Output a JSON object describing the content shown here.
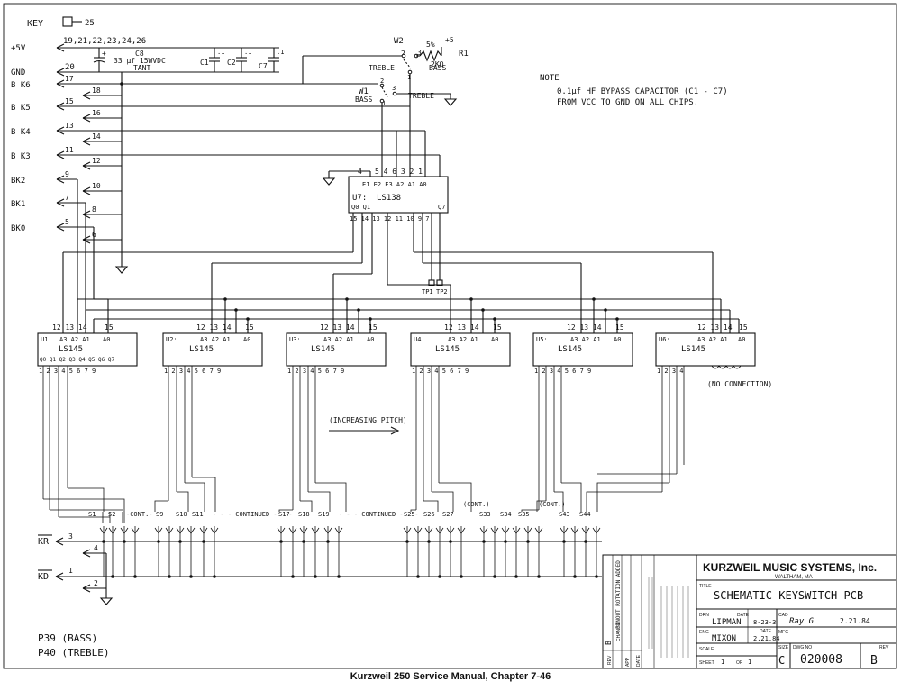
{
  "key": {
    "label": "KEY",
    "num": "25"
  },
  "rails": {
    "v5": "+5V",
    "v5_pins": "19,21,22,23,24,26",
    "gnd": "GND",
    "gnd_pin": "20",
    "c8_name": "C8",
    "c8_value": "33 µf 15WVDC",
    "c8_type": "TANT",
    "c8_plus": "+",
    "c1": "C1",
    "c2": "C2",
    "c7": "C7",
    "c_val": ".1"
  },
  "bank_left": [
    {
      "label": "B K6",
      "pin": "17",
      "col": "18"
    },
    {
      "label": "B K5",
      "pin": "15",
      "col": "16"
    },
    {
      "label": "B K4",
      "pin": "13",
      "col": "14"
    },
    {
      "label": "B K3",
      "pin": "11",
      "col": "12"
    },
    {
      "label": "BK2",
      "pin": "9",
      "col": "10"
    },
    {
      "label": "BK1",
      "pin": "7",
      "col": "8"
    },
    {
      "label": "BK0",
      "pin": "5",
      "col": "6"
    }
  ],
  "switches": {
    "w2": "W2",
    "w1": "W1",
    "r1": "R1",
    "r1_val": "2KΩ",
    "r1_pct": "5%",
    "r1_plus": "+5",
    "treble": "TREBLE",
    "bass": "BASS",
    "treble2": "TREBLE",
    "bass2": "BASS",
    "p1": "1",
    "p2": "2",
    "p3": "3"
  },
  "note": {
    "title": "NOTE",
    "line1": "0.1µf HF BYPASS CAPACITOR (C1 - C7)",
    "line2": "FROM VCC TO GND ON ALL CHIPS."
  },
  "decoder": {
    "name": "U7:",
    "part": "LS138",
    "in_labels": "E1  E2   E3   A2  A1  A0",
    "in_pins": "5   4      6   3   2   1",
    "out_labels": "Q0 Q1",
    "q7": "Q7",
    "out_pins": "15 14 13 12 11 10  9   7",
    "pin4": "4",
    "tp1": "TP1",
    "tp2": "TP2"
  },
  "encoders": [
    {
      "name": "U1:",
      "part": "LS145",
      "pins_left": "12 13 14",
      "pin15": "15",
      "addr": "A3 A2 A1",
      "a0": "A0",
      "q": "Q0 Q1 Q2 Q3 Q4 Q5 Q6 Q7",
      "out": "1  2  3  4  5  6  7  9"
    },
    {
      "name": "U2:",
      "part": "LS145",
      "pins_left": "12 13 14",
      "pin15": "15",
      "addr": "A3 A2 A1",
      "a0": "A0",
      "q": "",
      "out": "1  2  3  4  5  6  7  9"
    },
    {
      "name": "U3:",
      "part": "LS145",
      "pins_left": "12 13 14",
      "pin15": "15",
      "addr": "A3 A2 A1",
      "a0": "A0",
      "q": "",
      "out": "1  2  3  4  5  6  7  9"
    },
    {
      "name": "U4:",
      "part": "LS145",
      "pins_left": "12 13 14",
      "pin15": "15",
      "addr": "A3 A2 A1",
      "a0": "A0",
      "q": "",
      "out": "1  2  3  4  5  6  7  9"
    },
    {
      "name": "U5:",
      "part": "LS145",
      "pins_left": "12 13 14",
      "pin15": "15",
      "addr": "A3 A2 A1",
      "a0": "A0",
      "q": "",
      "out": "1  2  3  4  5  6  7  9"
    },
    {
      "name": "U6:",
      "part": "LS145",
      "pins_left": "12 13 14",
      "pin15": "15",
      "addr": "A3 A2 A1",
      "a0": "A0",
      "q": "",
      "out": "1  2  3  4"
    }
  ],
  "no_connection": "(NO CONNECTION)",
  "increasing_pitch": "(INCREASING PITCH)",
  "switch_labels": {
    "s1": "S1",
    "s2": "S2",
    "cont1": "-CONT.-",
    "s9": "S9",
    "s10": "S10",
    "s11": "S11",
    "cont2": "- - - CONTINUED - - -",
    "s17": "S17",
    "s18": "S18",
    "s19": "S19",
    "cont3": "- - - CONTINUED - - -",
    "s25": "S25",
    "s26": "S26",
    "s27": "S27",
    "cont4": "(CONT.)",
    "s33": "S33",
    "s34": "S34",
    "s35": "S35",
    "cont5": "(CONT.)",
    "s43": "S43",
    "s44": "S44"
  },
  "bottom_left": {
    "kr": "KR",
    "kr_pin": "3",
    "kr_pin2": "4",
    "kd": "KD",
    "kd_pin": "1",
    "kd_pin2": "2",
    "p39": "P39  (BASS)",
    "p40": "P40  (TREBLE)"
  },
  "title_block": {
    "company": "KURZWEIL MUSIC SYSTEMS, Inc.",
    "city": "WALTHAM, MA",
    "title_label": "TITLE",
    "title": "SCHEMATIC KEYSWITCH PCB",
    "drn_label": "DRN",
    "drn": "LIPMAN",
    "drn_date_label": "DATE",
    "drn_date": "8-23-3",
    "cad_label": "CAD",
    "cad": "Ray G",
    "cad_date": "2.21.84",
    "eng_label": "ENG",
    "eng": "MIXON",
    "eng_date_label": "DATE",
    "eng_date": "2.21.84",
    "mfg_label": "MFG",
    "scale_label": "SCALE",
    "size_label": "SIZE",
    "dwg_label": "DWG NO",
    "rev_label": "REV",
    "sheet_label": "SHEET",
    "sheet": "1",
    "of": "OF",
    "sheets": "1",
    "size": "C",
    "dwg_no": "020008",
    "rev": "B",
    "rev_col": "REV",
    "change_col": "CHANGE",
    "app_col": "APP",
    "date_col": "DATE",
    "rev_entry": "B",
    "change_entry": "PINOUT ROTATION ADDED"
  },
  "caption": "Kurzweil 250 Service Manual, Chapter 7-46"
}
